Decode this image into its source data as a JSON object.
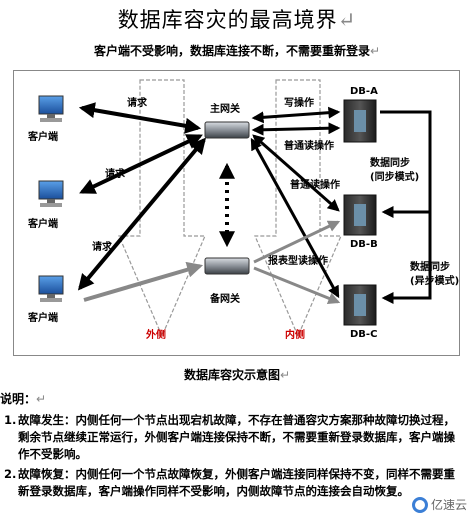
{
  "title": "数据库容灾的最高境界",
  "subtitle": "客户端不受影响，数据库连接不断，不需要重新登录",
  "paragraph_mark": "↵",
  "diagram": {
    "clients": [
      "客户端",
      "客户端",
      "客户端"
    ],
    "request_labels": [
      "请求",
      "请求",
      "请求"
    ],
    "main_gateway": "主网关",
    "backup_gateway": "备网关",
    "write_op": "写操作",
    "normal_read_1": "普通读操作",
    "normal_read_2": "普通读操作",
    "report_read": "报表型读操作",
    "db_a": "DB-A",
    "db_b": "DB-B",
    "db_c": "DB-C",
    "sync_label_1": "数据同步",
    "sync_mode_1": "(同步模式)",
    "sync_label_2": "数据同步",
    "sync_mode_2": "(异步模式)",
    "outer": "外侧",
    "inner": "内侧"
  },
  "caption": "数据库容灾示意图",
  "notes_heading": "说明：",
  "notes": [
    {
      "num": "1.",
      "text": "故障发生：内侧任何一个节点出现宕机故障，不存在普通容灾方案那种故障切换过程，剩余节点继续正常运行，外侧客户端连接保持不断，不需要重新登录数据库，客户端操作不受影响。"
    },
    {
      "num": "2.",
      "text": "故障恢复：内侧任何一个节点故障恢复，外侧客户端连接同样保持不变，同样不需要重新登录数据库，客户端操作同样不受影响，内侧故障节点的连接会自动恢复。"
    }
  ],
  "logo_text": "亿速云",
  "colors": {
    "frame": "#888888",
    "red_label": "#cc0000",
    "logo_ring": "#3b7fd6"
  }
}
